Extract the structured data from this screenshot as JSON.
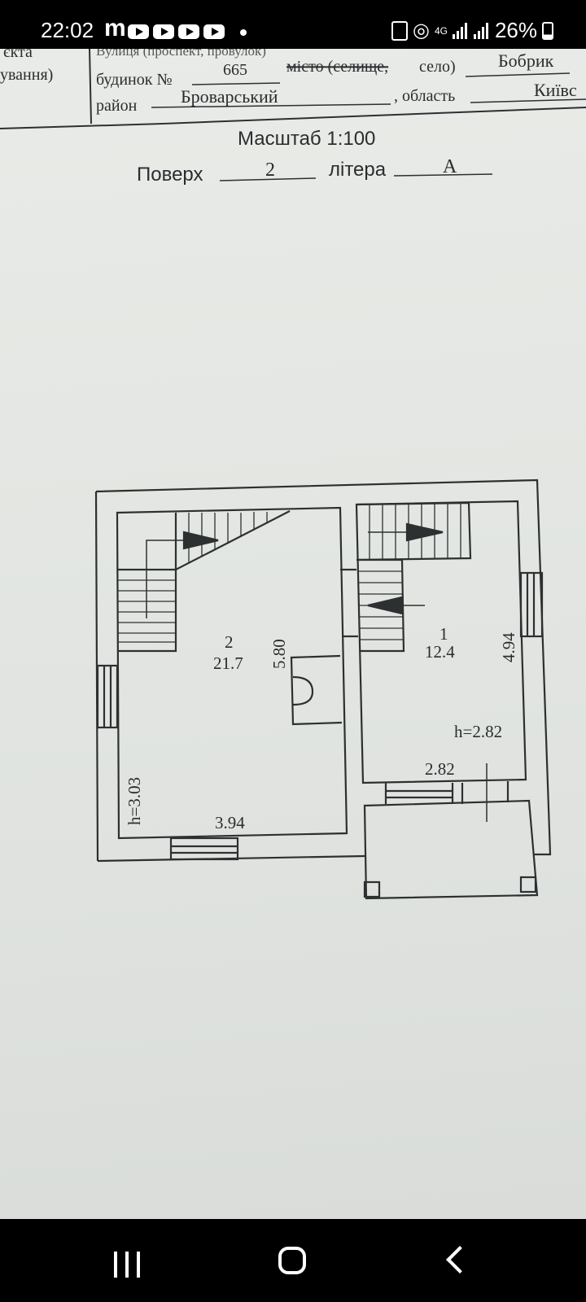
{
  "status_bar": {
    "time": "22:02",
    "carrier_letter": "m",
    "network": "4G",
    "battery": "26%"
  },
  "document": {
    "header": {
      "left_cell_line1": "єкта",
      "left_cell_line2": "ування)",
      "street_line": "Вулиця (проспект, провулок)",
      "house_label": "будинок №",
      "house_number": "665",
      "settlement_label_struck": "місто (селище,",
      "settlement_label": "село)",
      "settlement_value": "Бобрик",
      "district_label": "район",
      "district_value": "Броварський",
      "region_label": ", область",
      "region_value": "Київс"
    },
    "scale_label": "Масштаб 1:100",
    "floor_label": "Поверх",
    "floor_value": "2",
    "letter_label": "літера",
    "letter_value": "А"
  },
  "floor_plan": {
    "room_2": {
      "number": "2",
      "area": "21.7",
      "length": "5.80",
      "width": "3.94",
      "height": "h=3.03"
    },
    "room_1": {
      "number": "1",
      "area": "12.4",
      "length": "4.94",
      "width": "2.82",
      "height": "h=2.82"
    }
  },
  "colors": {
    "paper": "#e3e6e2",
    "ink": "#2a2d2e",
    "ui_bg": "#000000",
    "ui_fg": "#ffffff"
  }
}
